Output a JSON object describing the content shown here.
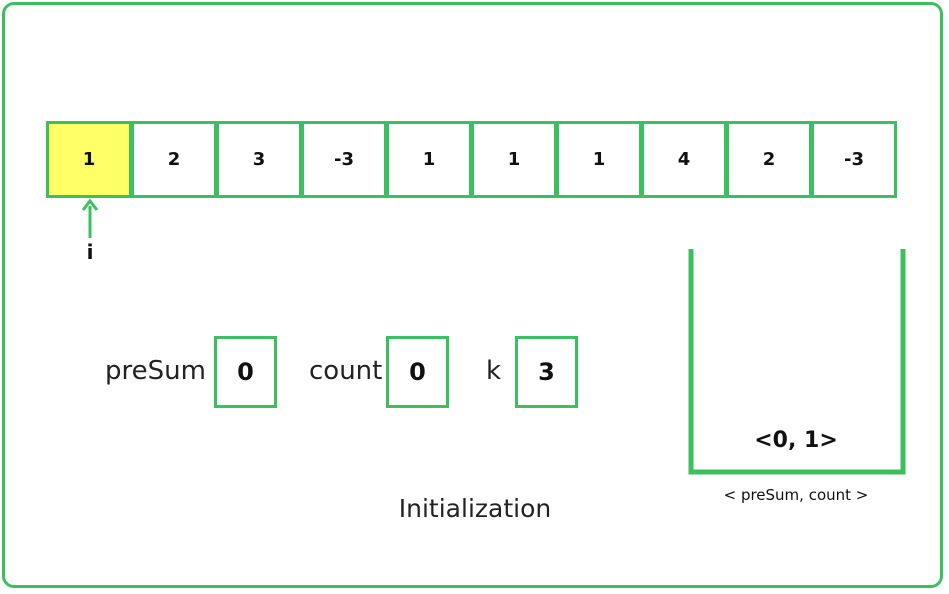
{
  "array": {
    "values": [
      "1",
      "2",
      "3",
      "-3",
      "1",
      "1",
      "1",
      "4",
      "2",
      "-3"
    ],
    "active_index": 0,
    "active_color": "#ffff66",
    "border_color": "#3cbf5f"
  },
  "pointer": {
    "label": "i"
  },
  "variables": {
    "presum": {
      "label": "preSum",
      "value": "0"
    },
    "count": {
      "label": "count",
      "value": "0"
    },
    "k": {
      "label": "k",
      "value": "3"
    }
  },
  "hashmap": {
    "entries": [
      "<0, 1>"
    ],
    "caption": "< preSum, count >"
  },
  "step_title": "Initialization"
}
